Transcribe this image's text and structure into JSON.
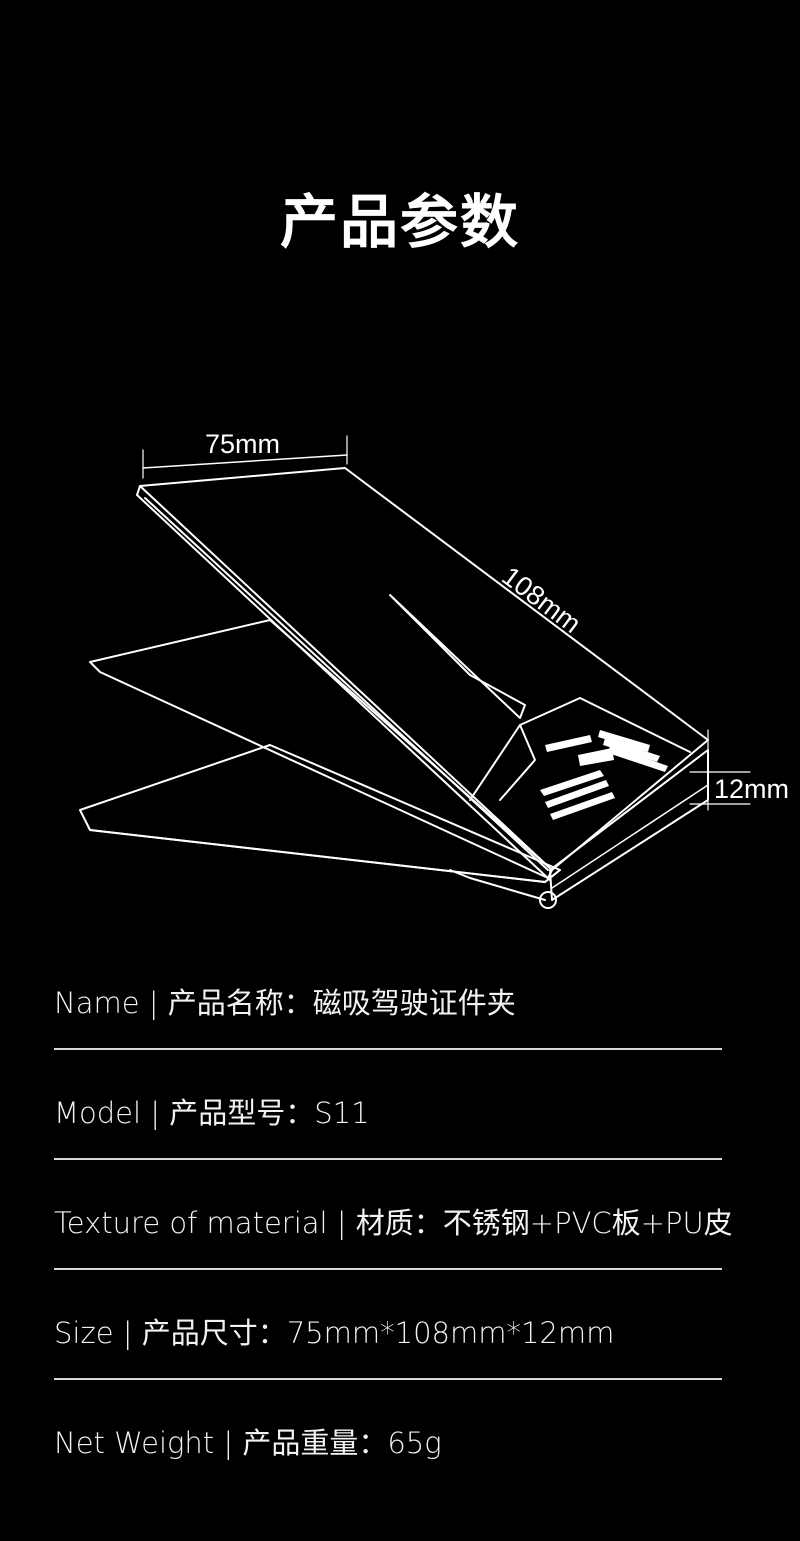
{
  "title": "产品参数",
  "illustration": {
    "width_label": "75mm",
    "length_label": "108mm",
    "thickness_label": "12mm"
  },
  "specs": [
    {
      "text": "Name | 产品名称：磁吸驾驶证件夹"
    },
    {
      "text": "Model | 产品型号：S11"
    },
    {
      "text": "Texture of material | 材质：不锈钢+PVC板+PU皮"
    },
    {
      "text": "Size | 产品尺寸：75mm*108mm*12mm"
    },
    {
      "text": "Net Weight | 产品重量：65g"
    }
  ]
}
